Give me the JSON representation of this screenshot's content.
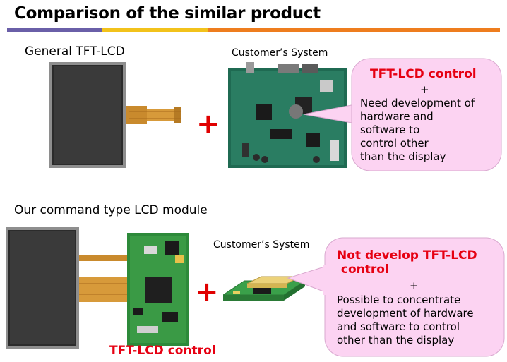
{
  "title": "Comparison of the similar product",
  "colors": {
    "bar_purple": "#6a5fa8",
    "bar_yellow": "#f2c21b",
    "bar_orange": "#ee7d1e",
    "callout_bg": "#fcd3f2",
    "accent_red": "#e60012"
  },
  "general": {
    "label": "General TFT-LCD",
    "customer_system": "Customer’s System",
    "callout": {
      "heading": "TFT-LCD control",
      "plus": "+",
      "lines": [
        "Need development of",
        "hardware and",
        "software to",
        "control other",
        "than the display"
      ]
    }
  },
  "ours": {
    "label": "Our command type LCD module",
    "customer_system": "Customer’s System",
    "module_caption": "TFT-LCD control",
    "callout": {
      "heading_lines": [
        "Not develop TFT-LCD",
        " control"
      ],
      "plus": "+",
      "lines": [
        "Possible to concentrate",
        "development of hardware",
        "and software to control",
        "other than the display"
      ]
    }
  },
  "plus_sign": "+"
}
